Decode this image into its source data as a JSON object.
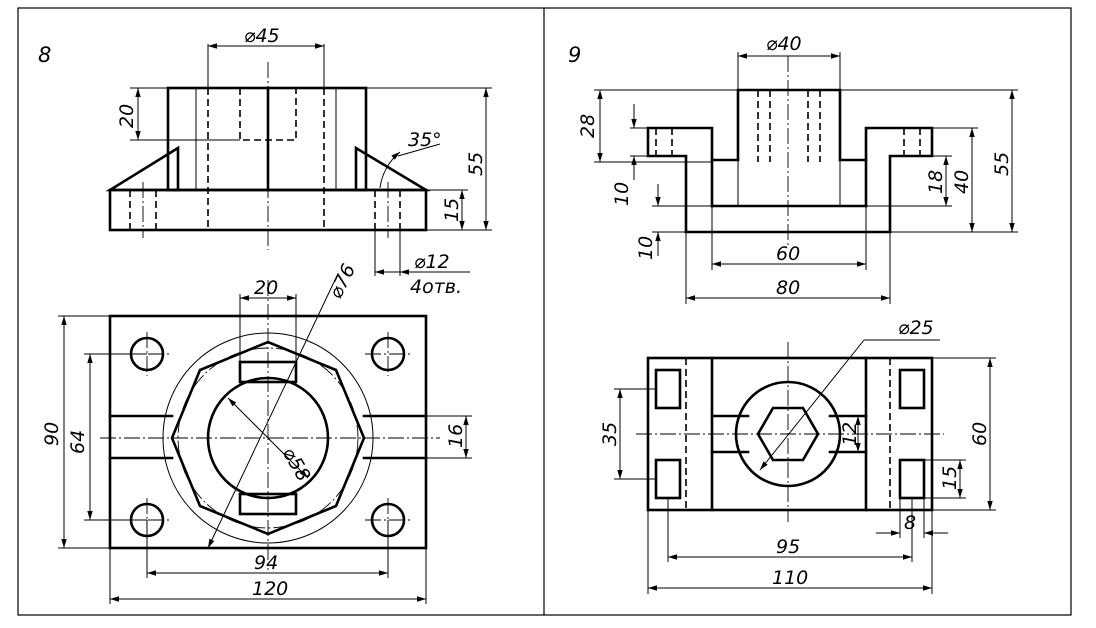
{
  "drawing_8": {
    "number": "8",
    "dims": {
      "d45": "⌀45",
      "h20": "20",
      "angle": "35°",
      "h55": "55",
      "h15": "15",
      "d12": "⌀12",
      "holes": "4отв.",
      "w20": "20",
      "d76": "⌀76",
      "d58": "⌀58",
      "h90": "90",
      "h64": "64",
      "h16": "16",
      "w94": "94",
      "w120": "120"
    }
  },
  "drawing_9": {
    "number": "9",
    "dims": {
      "d40": "⌀40",
      "h28": "28",
      "h55": "55",
      "h40": "40",
      "h18": "18",
      "h10a": "10",
      "h10b": "10",
      "w60": "60",
      "w80": "80",
      "d25": "⌀25",
      "h35": "35",
      "h12": "12",
      "h60": "60",
      "h15": "15",
      "w8": "8",
      "w95": "95",
      "w110": "110"
    }
  },
  "colors": {
    "ink": "#000000",
    "paper": "#ffffff"
  }
}
